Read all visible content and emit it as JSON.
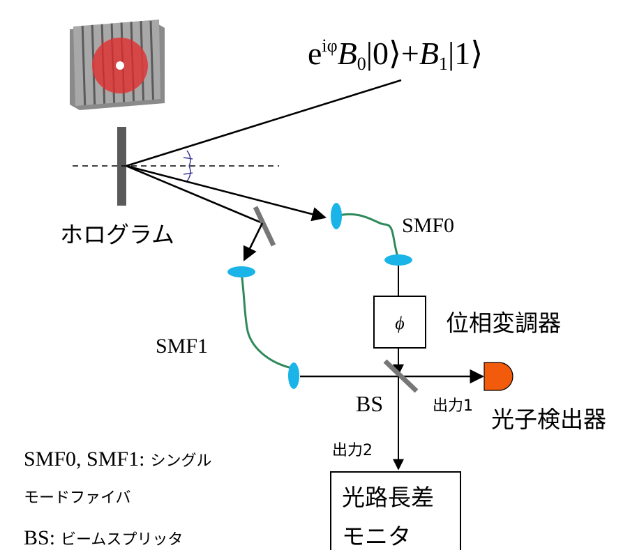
{
  "labels": {
    "state_e": "e",
    "state_iphi": "iφ",
    "state_B0": "B",
    "state_B0_sub": "0",
    "state_ket0": "|0⟩",
    "state_plus": "+",
    "state_B1": "B",
    "state_B1_sub": "1",
    "state_ket1": "|1⟩",
    "hologram": "ホログラム",
    "smf0": "SMF0",
    "smf1": "SMF1",
    "phi_symbol": "ϕ",
    "phase_modulator": "位相変調器",
    "bs": "BS",
    "output1": "出力1",
    "output2": "出力2",
    "photon_detector": "光子検出器",
    "path_monitor_line1": "光路長差",
    "path_monitor_line2": "モニタ",
    "legend_smf_names": "SMF0, SMF1",
    "legend_smf_colon": ":",
    "legend_smf_desc1": "シングル",
    "legend_smf_desc2": "モードファイバ",
    "legend_bs_name": "BS",
    "legend_bs_colon": ":",
    "legend_bs_desc": "ビームスプリッタ"
  },
  "colors": {
    "hologram_red": "#d93b3b",
    "fiber_green": "#2e8a5a",
    "lens_cyan": "#1ab4e8",
    "detector_orange": "#f25a0c",
    "angle_arc": "#3a3a9a",
    "component_gray": "#6b6b6b"
  }
}
